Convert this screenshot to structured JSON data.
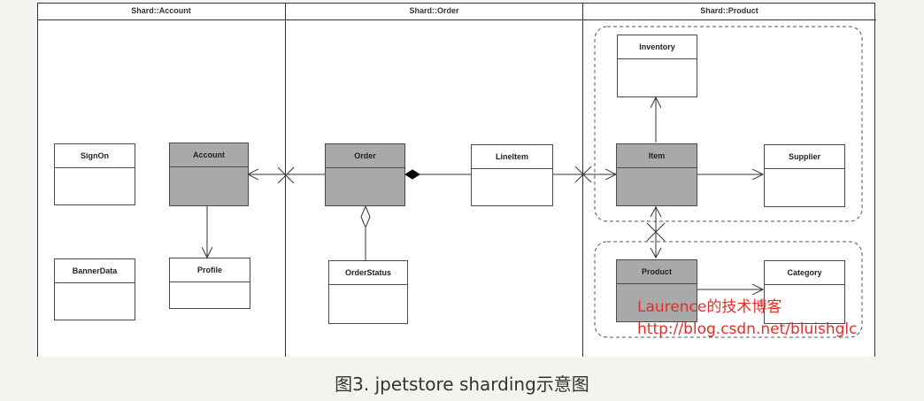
{
  "shards": [
    {
      "label": "Shard::Account"
    },
    {
      "label": "Shard::Order"
    },
    {
      "label": "Shard::Product"
    }
  ],
  "classes": {
    "signon": "SignOn",
    "account": "Account",
    "bannerdata": "BannerData",
    "profile": "Profile",
    "order": "Order",
    "lineitem": "LineItem",
    "orderstatus": "OrderStatus",
    "inventory": "Inventory",
    "item": "Item",
    "supplier": "Supplier",
    "product": "Product",
    "category": "Category"
  },
  "watermark": {
    "line1": "Laurence的技术博客",
    "line2": "http://blog.csdn.net/bluishglc"
  },
  "caption": "图3. jpetstore sharding示意图",
  "colors": {
    "class_fill_highlight": "#a9a9a9",
    "watermark": "#e0302a"
  }
}
